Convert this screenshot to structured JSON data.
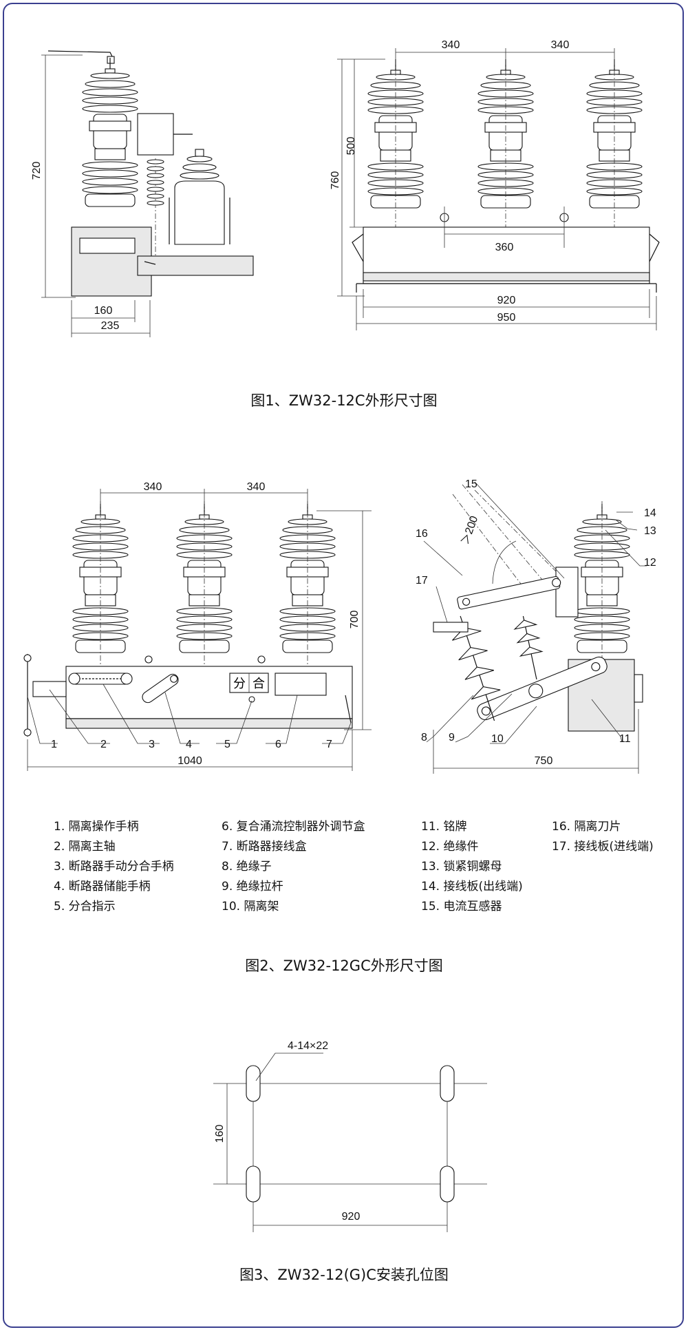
{
  "figure1": {
    "caption": "图1、ZW32-12C外形尺寸图",
    "dims": {
      "h720": "720",
      "w160": "160",
      "w235": "235",
      "s340a": "340",
      "s340b": "340",
      "h500": "500",
      "h760": "760",
      "w360": "360",
      "w920": "920",
      "w950": "950"
    }
  },
  "figure2": {
    "caption": "图2、ZW32-12GC外形尺寸图",
    "dims": {
      "s340a": "340",
      "s340b": "340",
      "h700": "700",
      "w1040": "1040",
      "w750": "750",
      "a200": "＞200"
    },
    "indicator": {
      "left": "分",
      "right": "合"
    },
    "callouts": [
      "1",
      "2",
      "3",
      "4",
      "5",
      "6",
      "7",
      "8",
      "9",
      "10",
      "11",
      "12",
      "13",
      "14",
      "16",
      "17",
      "15"
    ],
    "legend": {
      "col1": [
        "1. 隔离操作手柄",
        "2. 隔离主轴",
        "3. 断路器手动分合手柄",
        "4. 断路器储能手柄",
        "5. 分合指示"
      ],
      "col2": [
        "6. 复合涌流控制器外调节盒",
        "7. 断路器接线盒",
        "8. 绝缘子",
        "9. 绝缘拉杆",
        "10. 隔离架"
      ],
      "col3": [
        "11. 铭牌",
        "12. 绝缘件",
        "13. 锁紧铜螺母",
        "14. 接线板(出线端)",
        "15. 电流互感器"
      ],
      "col4": [
        "16. 隔离刀片",
        "17. 接线板(进线端)"
      ]
    }
  },
  "figure3": {
    "caption": "图3、ZW32-12(G)C安装孔位图",
    "dims": {
      "holes": "4-14×22",
      "h160": "160",
      "w920": "920"
    }
  }
}
